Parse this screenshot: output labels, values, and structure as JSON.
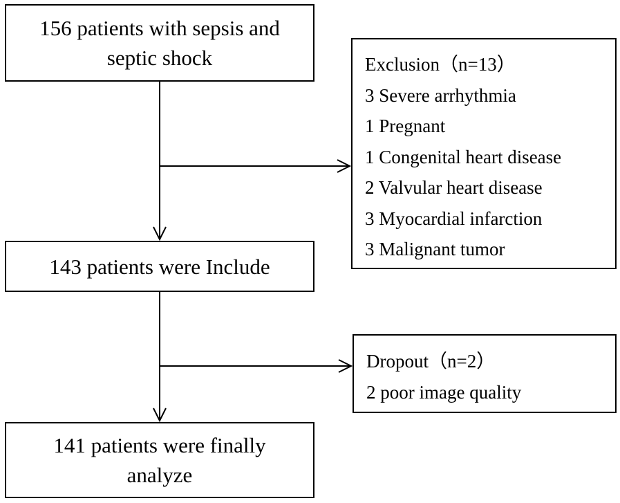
{
  "flow": {
    "start": {
      "line1": "156 patients with sepsis and",
      "line2": "septic shock"
    },
    "included": {
      "text": "143 patients were Include"
    },
    "final": {
      "line1": "141 patients were finally",
      "line2": "analyze"
    }
  },
  "exclusion": {
    "title": "Exclusion（n=13）",
    "items": [
      "3 Severe arrhythmia",
      "1 Pregnant",
      "1 Congenital heart disease",
      "2 Valvular heart disease",
      "3 Myocardial infarction",
      "3 Malignant tumor"
    ]
  },
  "dropout": {
    "title": "Dropout（n=2）",
    "items": [
      "2 poor image quality"
    ]
  }
}
